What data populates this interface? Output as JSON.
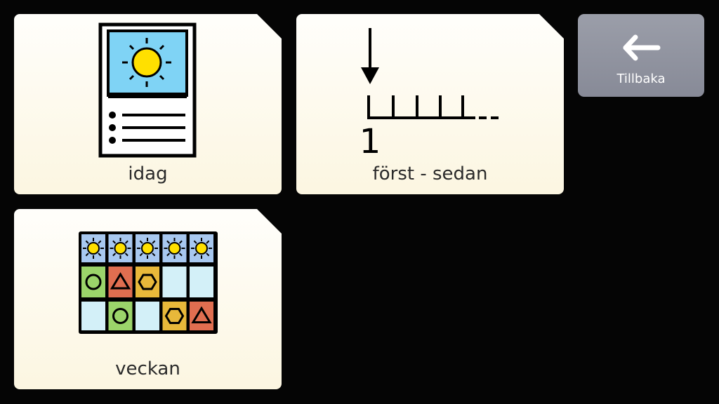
{
  "tiles": [
    {
      "label": "idag",
      "icon": "daily-schedule-icon"
    },
    {
      "label": "först - sedan",
      "icon": "first-then-timeline-icon"
    },
    {
      "label": "veckan",
      "icon": "weekly-schedule-icon"
    }
  ],
  "back_button": {
    "label": "Tillbaka",
    "icon": "arrow-left-icon"
  },
  "first_then": {
    "number": "1"
  }
}
